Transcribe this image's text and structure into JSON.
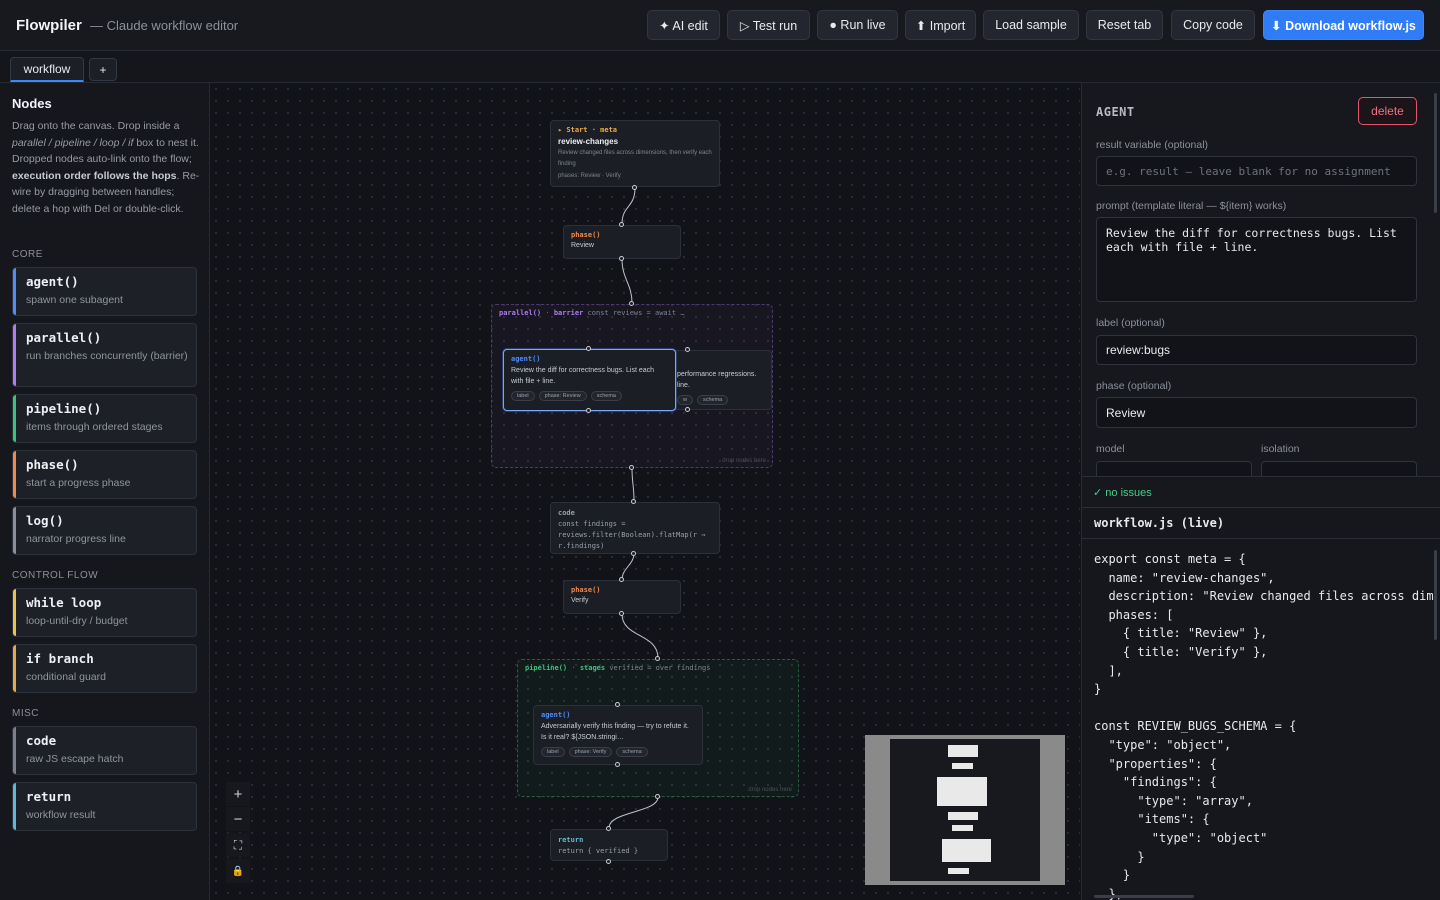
{
  "header": {
    "brand": "Flowpiler",
    "subtitle": "— Claude workflow editor",
    "buttons": {
      "ai_edit": "✦ AI edit",
      "test_run": "▷ Test run",
      "run_live": "● Run live",
      "import": "⬆ Import",
      "load_sample": "Load sample",
      "reset_tab": "Reset tab",
      "copy_code": "Copy code",
      "download": "⬇ Download workflow.js"
    }
  },
  "tabs": {
    "active": "workflow",
    "add": "+"
  },
  "sidebar": {
    "title": "Nodes",
    "help": {
      "p1": "Drag onto the canvas. Drop inside a ",
      "p1_italic": "parallel / pipeline / loop / if",
      "p2": " box to nest it. Dropped nodes auto-link onto the flow; ",
      "p2_bold": "execution order follows the hops",
      "p3": ". Re-wire by dragging between handles; delete a hop with Del or double-click."
    },
    "sections": {
      "core": "CORE",
      "control_flow": "CONTROL FLOW",
      "misc": "MISC"
    },
    "items": [
      {
        "name": "agent()",
        "desc": "spawn one subagent",
        "color": "#4f8df7"
      },
      {
        "name": "parallel()",
        "desc": "run branches concurrently (barrier)",
        "color": "#b07cf2"
      },
      {
        "name": "pipeline()",
        "desc": "items through ordered stages",
        "color": "#3fc17e"
      },
      {
        "name": "phase()",
        "desc": "start a progress phase",
        "color": "#f08a4b"
      },
      {
        "name": "log()",
        "desc": "narrator progress line",
        "color": "#8a8f99"
      },
      {
        "name": "while loop",
        "desc": "loop-until-dry / budget",
        "color": "#e6c34a"
      },
      {
        "name": "if branch",
        "desc": "conditional guard",
        "color": "#e6a94a"
      },
      {
        "name": "code",
        "desc": "raw JS escape hatch",
        "color": "#7b808a"
      },
      {
        "name": "return",
        "desc": "workflow result",
        "color": "#5fb8d6"
      }
    ]
  },
  "canvas": {
    "start": {
      "kind": "▸ Start · meta",
      "title": "review-changes",
      "desc": "Review changed files across dimensions, then verify each finding",
      "phases": "phases: Review · Verify"
    },
    "phase1": {
      "kind": "phase()",
      "title": "Review"
    },
    "parallel": {
      "kind": "parallel()",
      "sep": "·",
      "mode": "barrier",
      "assign": "const reviews = await …",
      "drop": "drop nodes here"
    },
    "agent1": {
      "kind": "agent()",
      "text": "Review the diff for correctness bugs. List each with file + line.",
      "chips": [
        "label",
        "phase: Review",
        "schema"
      ]
    },
    "agent2": {
      "text": "performance regressions. line.",
      "chips": [
        "w",
        "schema"
      ]
    },
    "code": {
      "kind": "code",
      "line1": "const findings =",
      "line2": "reviews.filter(Boolean).flatMap(r ⇒",
      "line3": "r.findings)"
    },
    "phase2": {
      "kind": "phase()",
      "title": "Verify"
    },
    "pipeline": {
      "kind": "pipeline()",
      "sep": "·",
      "mode": "stages",
      "assign": "verified = over findings",
      "drop": "drop nodes here"
    },
    "agent3": {
      "kind": "agent()",
      "text": "Adversarially verify this finding — try to refute it. Is it real? ${JSON.stringi…",
      "chips": [
        "label",
        "phase: Verify",
        "schema"
      ]
    },
    "return": {
      "kind": "return",
      "code": "return { verified }"
    },
    "zoom": {
      "in": "+",
      "out": "−",
      "fit": "⛶",
      "lock": "🔒"
    }
  },
  "inspector": {
    "title": "AGENT",
    "delete": "delete",
    "result_label": "result variable (optional)",
    "result_placeholder": "e.g. result — leave blank for no assignment",
    "prompt_label": "prompt (template literal — ${item} works)",
    "prompt_value": "Review the diff for correctness bugs. List each with file + line.",
    "label_label": "label (optional)",
    "label_value": "review:bugs",
    "phase_label": "phase (optional)",
    "phase_value": "Review",
    "model_label": "model",
    "isolation_label": "isolation"
  },
  "status": "✓ no issues",
  "code_panel": {
    "title": "workflow.js (live)",
    "lines": [
      "export const meta = {",
      "  name: \"review-changes\",",
      "  description: \"Review changed files across dime",
      "  phases: [",
      "    { title: \"Review\" },",
      "    { title: \"Verify\" },",
      "  ],",
      "}",
      "",
      "const REVIEW_BUGS_SCHEMA = {",
      "  \"type\": \"object\",",
      "  \"properties\": {",
      "    \"findings\": {",
      "      \"type\": \"array\",",
      "      \"items\": {",
      "        \"type\": \"object\"",
      "      }",
      "    }",
      "  },"
    ]
  },
  "colors": {
    "accent": "#2f7cf6",
    "agent": "#4f8df7",
    "parallel": "#b07cf2",
    "pipeline": "#3fc17e",
    "phase": "#f08a4b",
    "start": "#f0a93b",
    "ok": "#46d08b",
    "danger": "#e0566a"
  }
}
